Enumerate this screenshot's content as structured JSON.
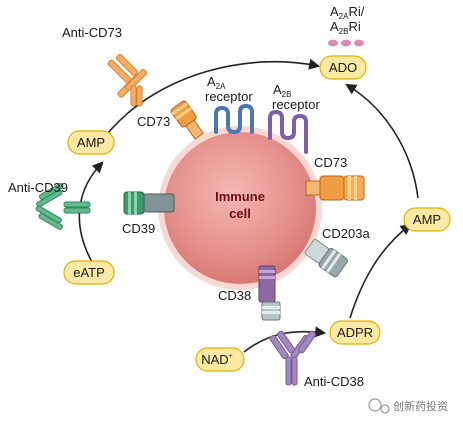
{
  "diagram": {
    "nodes": {
      "ado": "ADO",
      "amp_left": "AMP",
      "amp_right": "AMP",
      "eatp": "eATP",
      "nad": "NAD",
      "nad_sup": "+",
      "adpr": "ADPR"
    },
    "cell": {
      "line1": "Immune",
      "line2": "cell"
    },
    "receptors": {
      "a2a_main": "A",
      "a2a_sub": "2A",
      "a2a_word": "receptor",
      "a2b_main": "A",
      "a2b_sub": "2B",
      "a2b_word": "receptor"
    },
    "enzymes": {
      "cd73_left": "CD73",
      "cd73_right": "CD73",
      "cd39": "CD39",
      "cd203a": "CD203a",
      "cd38": "CD38"
    },
    "antibodies": {
      "anti_cd73": "Anti-CD73",
      "anti_cd39": "Anti-CD39",
      "anti_cd38": "Anti-CD38"
    },
    "inhibitor": {
      "line1_a": "A",
      "line1_sub": "2A",
      "line1_b": "Ri/",
      "line2_a": "A",
      "line2_sub": "2B",
      "line2_b": "Ri"
    },
    "watermark": "创新药投资"
  },
  "colors": {
    "pill_fill": "#fbe9a4",
    "pill_stroke": "#e0b100",
    "cell_outer": "#f6c9c5",
    "cell_inner": "#e38d8a",
    "cell_text": "#6a0e15",
    "cd73_orange": "#ee9a3c",
    "a2a_blue": "#5b86c8",
    "a2b_purple": "#8a6fb3",
    "cd39_green": "#3c9a6c",
    "cd203a_gray": "#9aa7a8",
    "cd38_purple": "#8b6aa4",
    "antibody_orange": "#f0a050",
    "antibody_green": "#56b07f",
    "antibody_purple": "#9b7ab5",
    "inhibitor_pink": "#d88ab8",
    "arrow": "#222222"
  }
}
